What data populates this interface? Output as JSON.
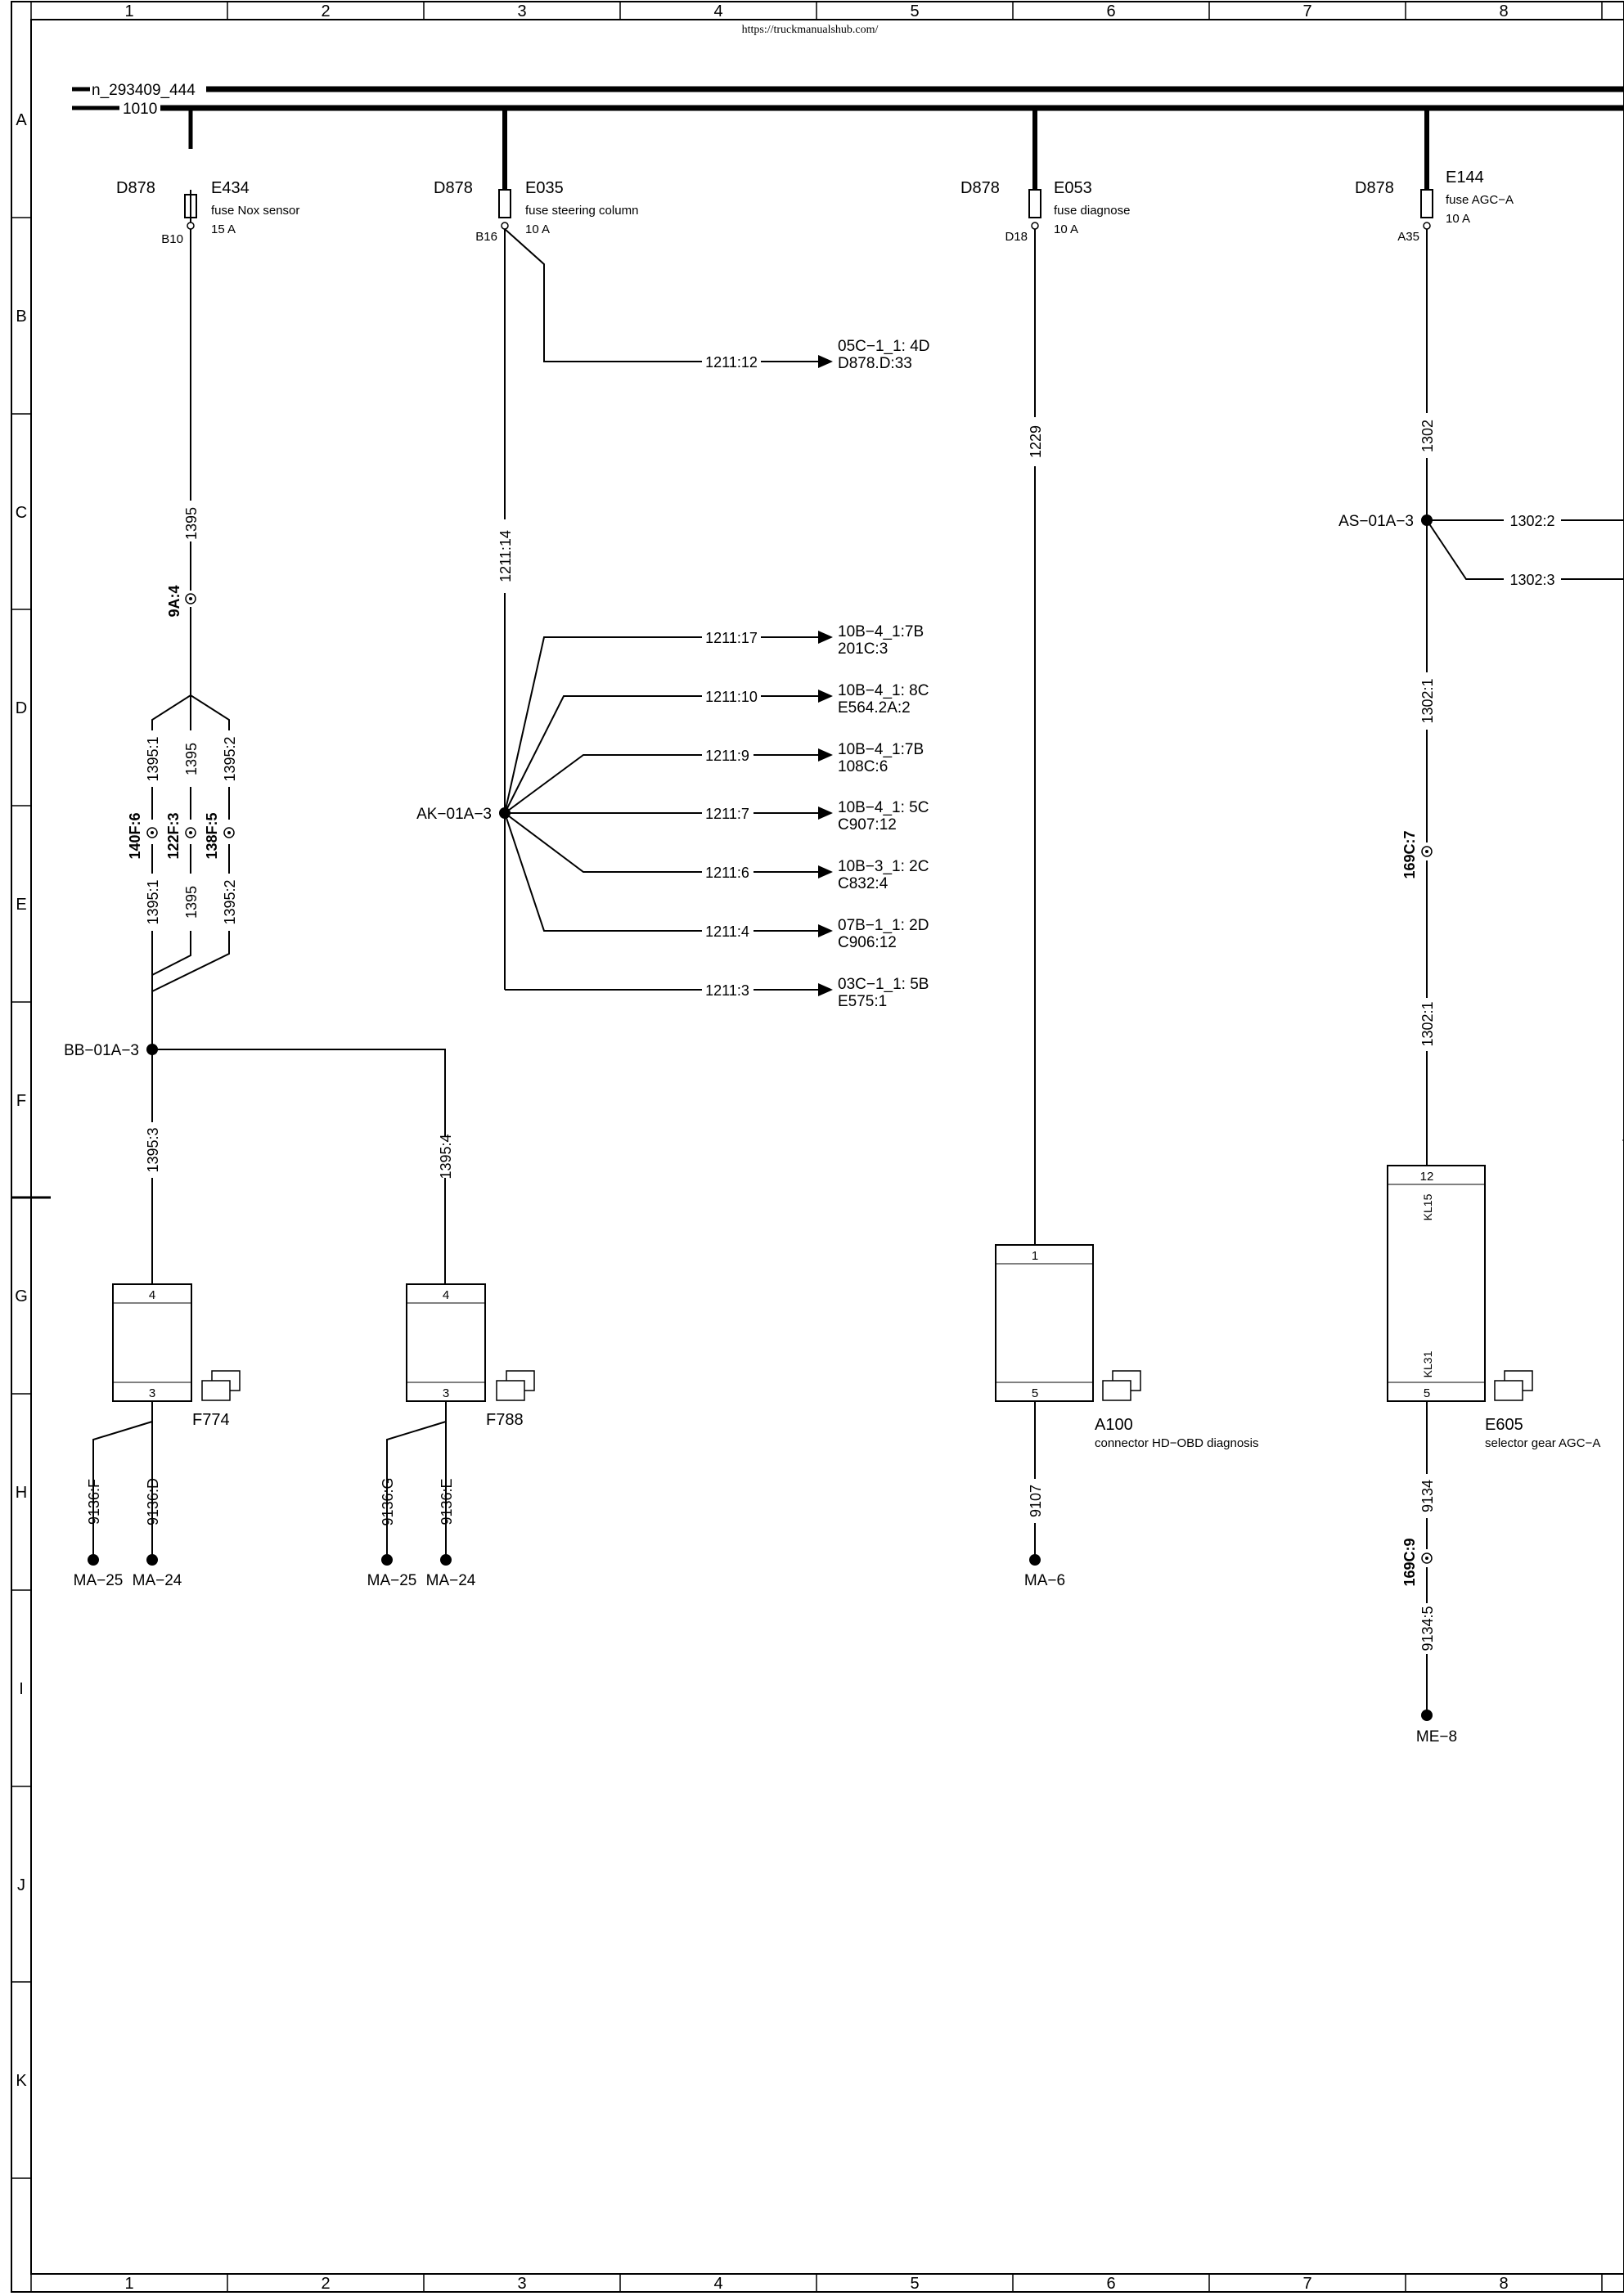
{
  "header": {
    "url": "https://truckmanualshub.com/"
  },
  "grid": {
    "columns": [
      "1",
      "2",
      "3",
      "4",
      "5",
      "6",
      "7",
      "8"
    ],
    "rows": [
      "A",
      "B",
      "C",
      "D",
      "E",
      "F",
      "G",
      "H",
      "I",
      "J",
      "K"
    ]
  },
  "buses": {
    "bus_top": "n_293409_444",
    "bus_main": "1010"
  },
  "fuses": [
    {
      "unit": "D878",
      "code": "E434",
      "desc": "fuse Nox sensor",
      "rating": "15 A",
      "pin": "B10"
    },
    {
      "unit": "D878",
      "code": "E035",
      "desc": "fuse steering column",
      "rating": "10 A",
      "pin": "B16"
    },
    {
      "unit": "D878",
      "code": "E053",
      "desc": "fuse diagnose",
      "rating": "10 A",
      "pin": "D18"
    },
    {
      "unit": "D878",
      "code": "E144",
      "desc": "fuse AGC−A",
      "rating": "10 A",
      "pin": "A35"
    }
  ],
  "col1": {
    "w_1395": "1395",
    "conn_9A4": "9A:4",
    "w_1395_1": "1395:1",
    "w_1395_mid": "1395",
    "w_1395_2": "1395:2",
    "conn_140F6": "140F:6",
    "conn_122F3": "122F:3",
    "conn_138F5": "138F:5",
    "w_1395_1b": "1395:1",
    "w_1395_midb": "1395",
    "w_1395_2b": "1395:2",
    "node_bb": "BB−01A−3",
    "w_1395_3": "1395:3",
    "w_1395_4": "1395:4"
  },
  "sensors": [
    {
      "name": "F774",
      "pin_top": "4",
      "pin_bottom": "3",
      "w_left": "9136:F",
      "w_right": "9136:D",
      "gnd_left": "MA−25",
      "gnd_right": "MA−24"
    },
    {
      "name": "F788",
      "pin_top": "4",
      "pin_bottom": "3",
      "w_left": "9136:G",
      "w_right": "9136:E",
      "gnd_left": "MA−25",
      "gnd_right": "MA−24"
    }
  ],
  "col3": {
    "w_1211_14": "1211:14",
    "node_ak": "AK−01A−3",
    "w_1211_12": "1211:12",
    "ref_12_a": "05C−1_1: 4D",
    "ref_12_b": "D878.D:33",
    "branches": [
      {
        "wire": "1211:17",
        "ref_a": "10B−4_1:7B",
        "ref_b": "201C:3"
      },
      {
        "wire": "1211:10",
        "ref_a": "10B−4_1: 8C",
        "ref_b": "E564.2A:2"
      },
      {
        "wire": "1211:9",
        "ref_a": "10B−4_1:7B",
        "ref_b": "108C:6"
      },
      {
        "wire": "1211:7",
        "ref_a": "10B−4_1: 5C",
        "ref_b": "C907:12"
      },
      {
        "wire": "1211:6",
        "ref_a": "10B−3_1: 2C",
        "ref_b": "C832:4"
      },
      {
        "wire": "1211:4",
        "ref_a": "07B−1_1: 2D",
        "ref_b": "C906:12"
      },
      {
        "wire": "1211:3",
        "ref_a": "03C−1_1: 5B",
        "ref_b": "E575:1"
      }
    ]
  },
  "col6": {
    "w_1229": "1229",
    "a100": {
      "name": "A100",
      "desc": "connector HD−OBD diagnosis",
      "pin_top": "1",
      "pin_bottom": "5"
    },
    "w_9107": "9107",
    "gnd": "MA−6"
  },
  "col8": {
    "w_1302": "1302",
    "node_as": "AS−01A−3",
    "w_1302_2": "1302:2",
    "w_1302_3": "1302:3",
    "w_1302_1a": "1302:1",
    "conn_169C7": "169C:7",
    "w_1302_1b": "1302:1",
    "e605": {
      "name": "E605",
      "desc": "selector gear AGC−A",
      "pin_top": "12",
      "label_top": "KL15",
      "label_bottom": "KL31",
      "pin_bottom": "5"
    },
    "w_9134": "9134",
    "conn_169C9": "169C:9",
    "w_9134_5": "9134:5",
    "gnd": "ME−8"
  }
}
